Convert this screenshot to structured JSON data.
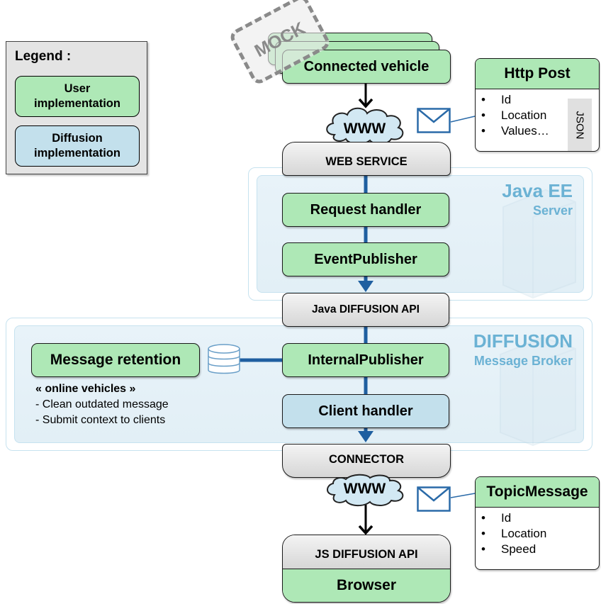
{
  "legend": {
    "title": "Legend :",
    "items": [
      {
        "label_line1": "User",
        "label_line2": "implementation",
        "color": "#aee8b6"
      },
      {
        "label_line1": "Diffusion",
        "label_line2": "implementation",
        "color": "#c3e0ec"
      }
    ]
  },
  "mock_label": "MOCK",
  "nodes": {
    "connected_vehicle": "Connected vehicle",
    "www_top": "WWW",
    "web_service": "WEB SERVICE",
    "request_handler": "Request handler",
    "event_publisher": "EventPublisher",
    "java_diffusion_api": "Java DIFFUSION API",
    "internal_publisher": "InternalPublisher",
    "client_handler": "Client handler",
    "connector": "CONNECTOR",
    "www_bottom": "WWW",
    "js_diffusion_api": "JS DIFFUSION API",
    "browser": "Browser",
    "message_retention": "Message retention"
  },
  "zones": {
    "java_ee": {
      "title": "Java EE",
      "subtitle": "Server"
    },
    "diffusion": {
      "title": "DIFFUSION",
      "subtitle": "Message Broker"
    }
  },
  "retention_notes": {
    "heading": "« online vehicles »",
    "lines": [
      "- Clean outdated message",
      "- Submit context to clients"
    ]
  },
  "http_post": {
    "title": "Http Post",
    "fields": [
      "Id",
      "Location",
      "Values…"
    ],
    "format": "JSON"
  },
  "topic_message": {
    "title": "TopicMessage",
    "fields": [
      "Id",
      "Location",
      "Speed"
    ]
  },
  "bullet": "•",
  "colors": {
    "user": "#aee8b6",
    "diffusion": "#c3e0ec",
    "connector_gray": "#dcdcdc",
    "link_blue": "#1f5fa0",
    "zone_title": "#6bb2d4"
  }
}
